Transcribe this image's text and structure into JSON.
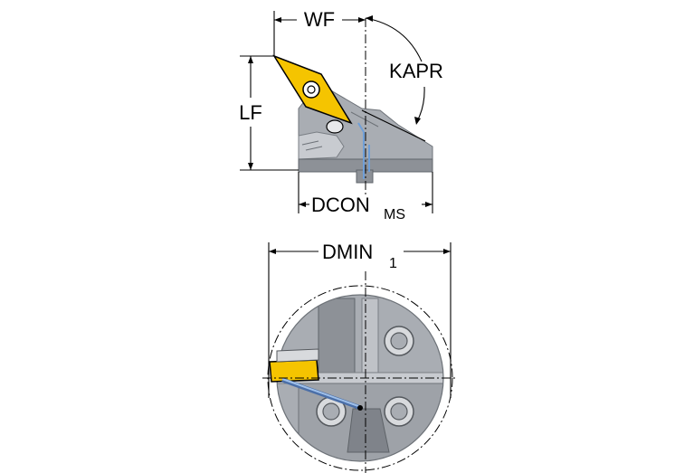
{
  "labels": {
    "wf": "WF",
    "kapr": "KAPR",
    "lf": "LF",
    "dcon_main": "DCON",
    "dcon_sub": "MS",
    "dmin_main": "DMIN",
    "dmin_sub": "1"
  },
  "colors": {
    "insert": "#f5c400",
    "holder": "#a9adb3",
    "holder_dark": "#8d9197",
    "coolant": "#6f9fd8",
    "lines": "#000000"
  }
}
